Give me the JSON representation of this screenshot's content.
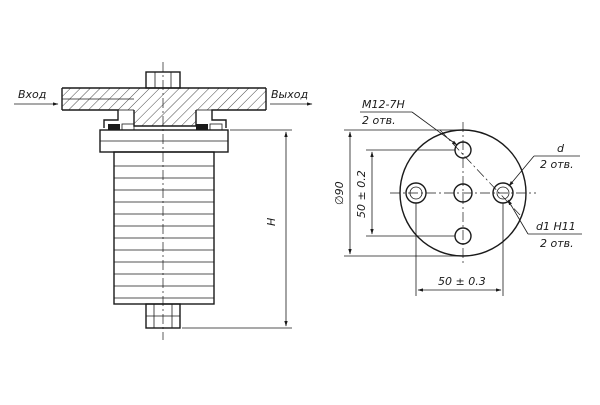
{
  "labels": {
    "inlet": "Вход",
    "outlet": "Выход",
    "height": "H",
    "thread": "M12-7H",
    "thread_count": "2 отв.",
    "hole_d": "d",
    "hole_d_count": "2 отв.",
    "hole_d1": "d1  H11",
    "hole_d1_count": "2 отв.",
    "diameter": "∅90",
    "vertical_spacing": "50 ± 0.2",
    "horizontal_spacing": "50 ± 0.3"
  }
}
